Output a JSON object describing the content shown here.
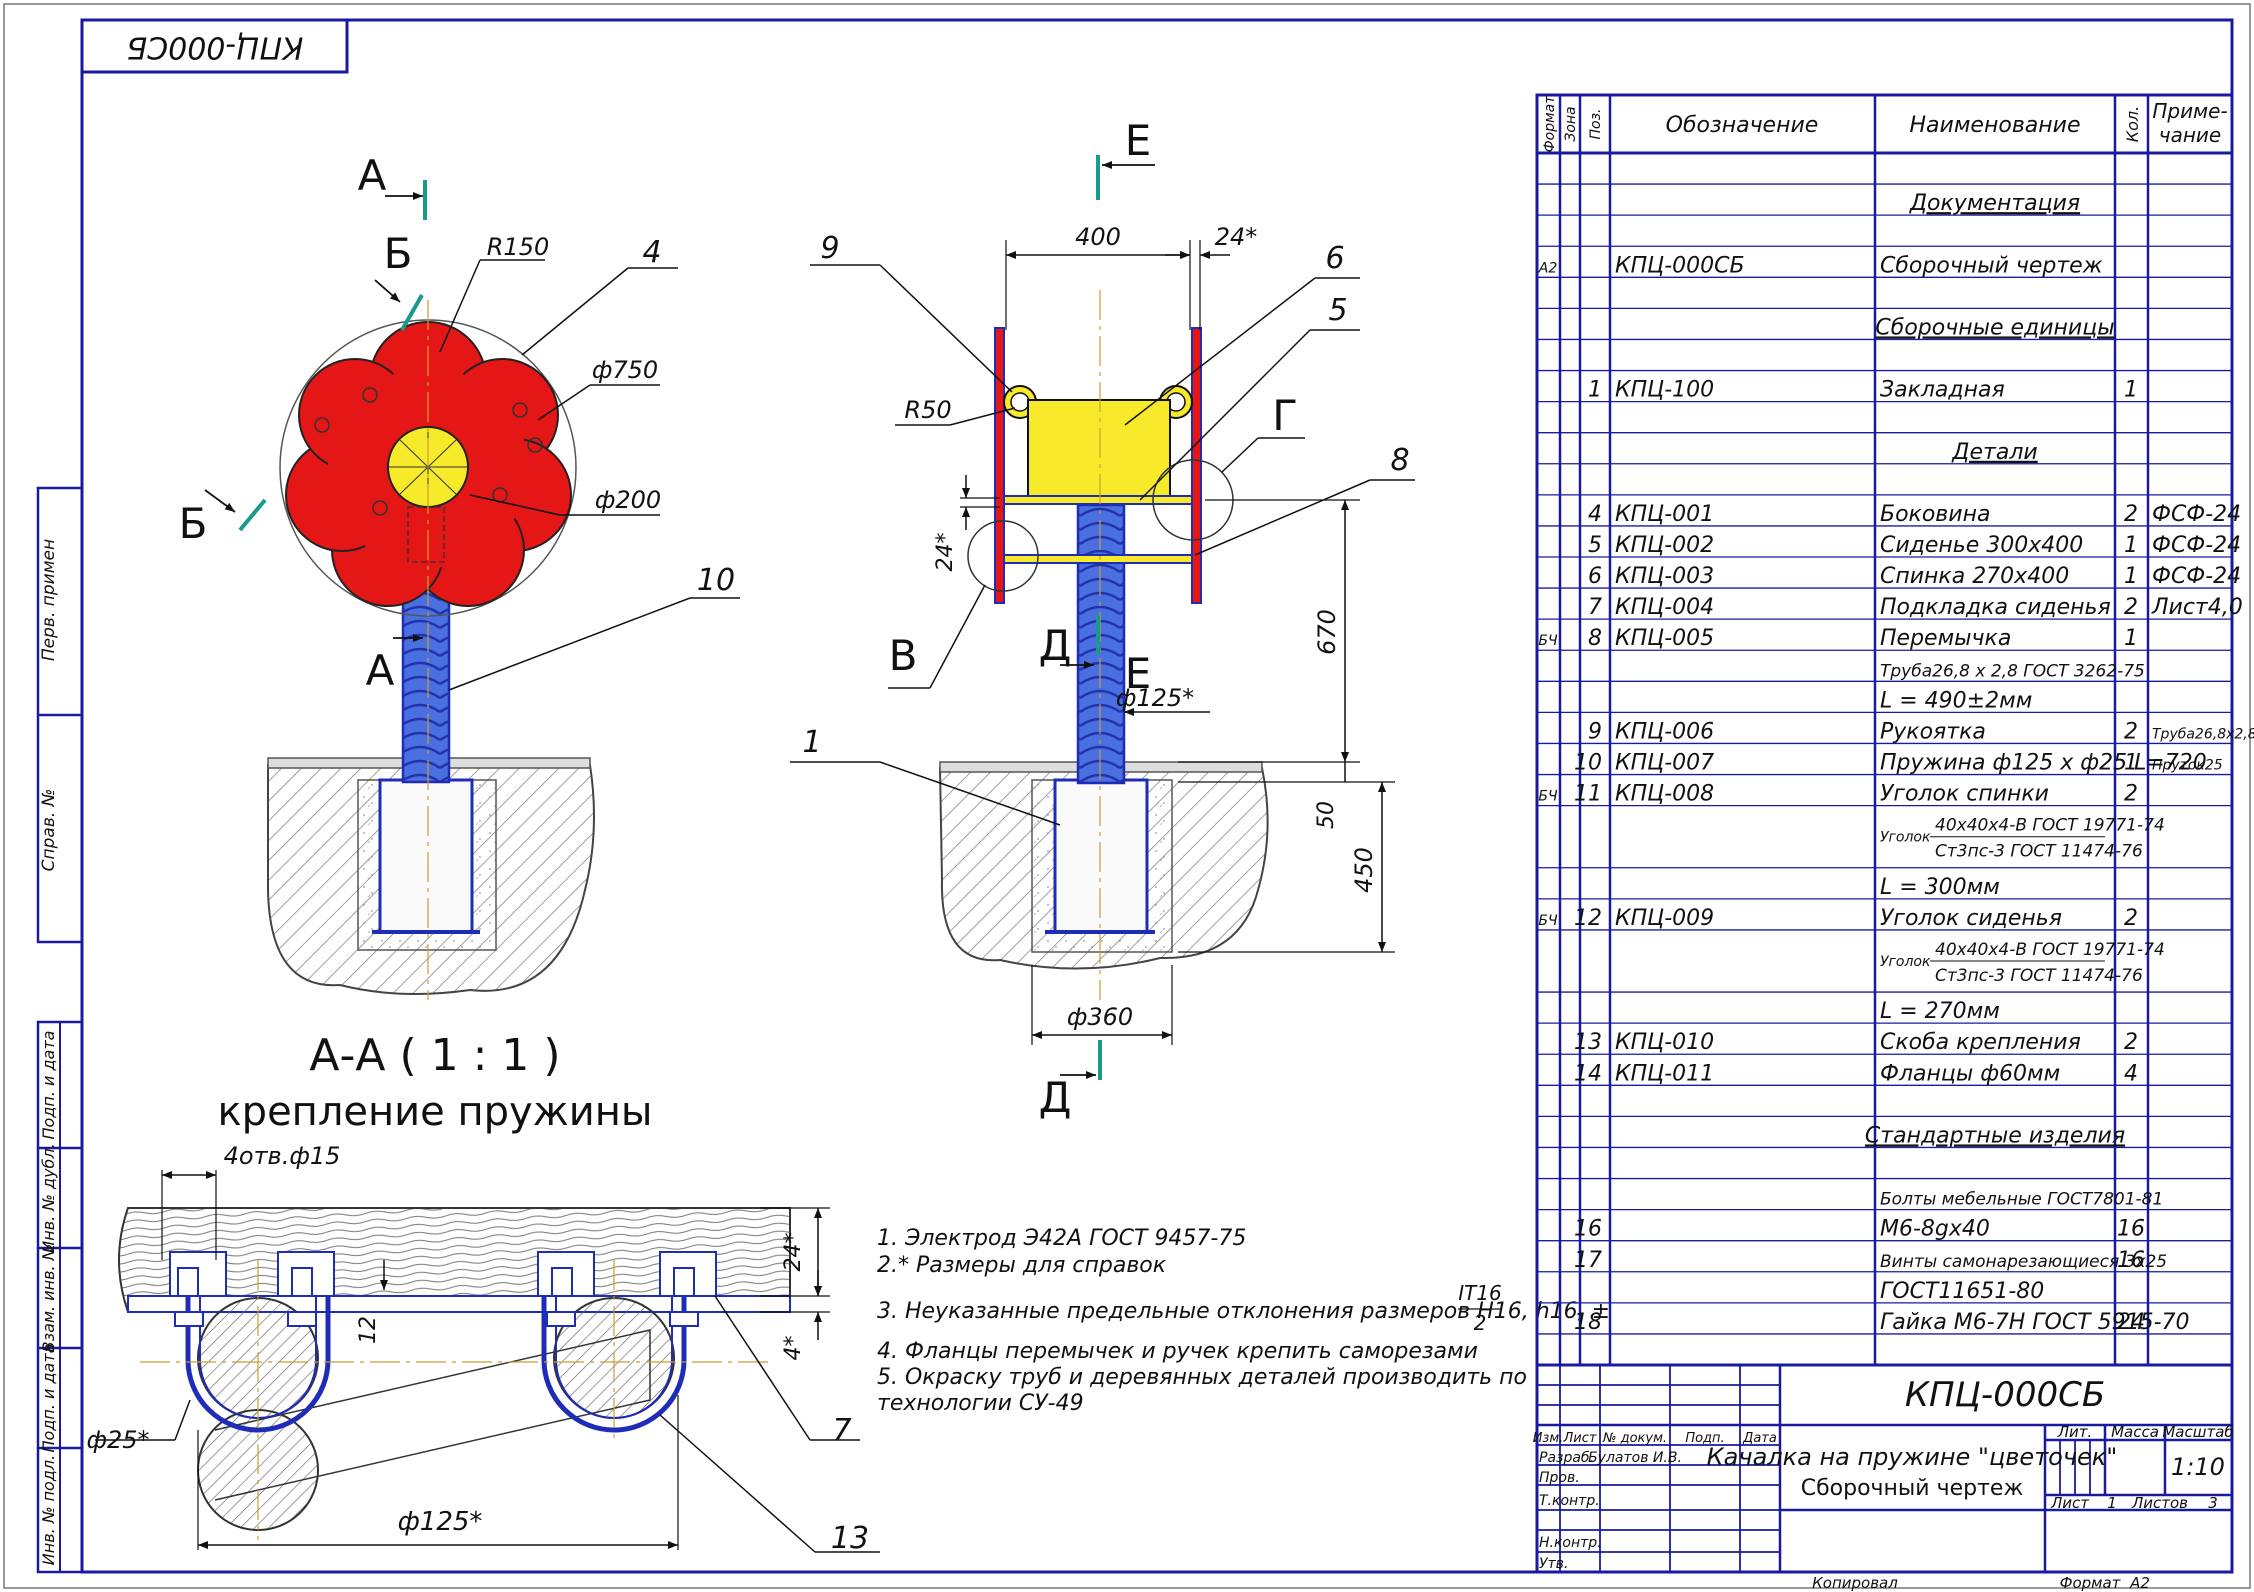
{
  "colors": {
    "frame": "#1a1aa0",
    "outline": "#1f2cb8",
    "petals": "#e51616",
    "center": "#f6ea2a",
    "seat": "#f6ea2a",
    "spring": "#4a6fe0",
    "ground": "#888888",
    "axis": "#c8a030",
    "section_mark": "#1a9a8a"
  },
  "stamp_top": "КПЦ-000СБ",
  "left_strip": {
    "perv_primen": "Перв. примен",
    "sprav_no": "Справ. №",
    "podp_data_1": "Подп. и дата",
    "inv_dubl": "Инв. № дубл.",
    "vzam_inv": "Взам. инв. №",
    "podp_data_2": "Подп. и дата",
    "inv_podl": "Инв. № подл."
  },
  "view_left": {
    "mark_A_top": "А",
    "mark_A_bottom": "А",
    "mark_B_top": "Б",
    "mark_B_left": "Б",
    "r150": "R150",
    "d750": "ф750",
    "d200": "ф200",
    "pos4": "4",
    "pos10": "10"
  },
  "view_right": {
    "mark_E_top": "Е",
    "mark_E_mid": "Е",
    "mark_D_mid": "Д",
    "mark_D_bottom": "Д",
    "mark_V": "В",
    "mark_G": "Г",
    "dim_400": "400",
    "dim_24_top": "24*",
    "dim_24_side": "24*",
    "r50": "R50",
    "dim_670": "670",
    "dim_50": "50",
    "dim_450": "450",
    "d125": "ф125*",
    "d360": "ф360",
    "pos1": "1",
    "pos5": "5",
    "pos6": "6",
    "pos8": "8",
    "pos9": "9"
  },
  "section": {
    "title_line1": "А-А ( 1 : 1 )",
    "title_line2": "крепление пружины",
    "holes": "4отв.ф15",
    "d25": "ф25*",
    "d125": "ф125*",
    "dim_24": "24*",
    "dim_4": "4*",
    "dim_12": "12",
    "pos7": "7",
    "pos13": "13"
  },
  "notes": {
    "n1": "1. Электрод Э42А ГОСТ 9457-75",
    "n2": "2.*  Размеры для справок",
    "n3": "3. Неуказанные предельные отклонения размеров Н16, h16, ±",
    "n3_num": "IT16",
    "n3_den": "2",
    "n4": "4. Фланцы перемычек и ручек крепить саморезами",
    "n5a": "5.  Окраску  труб  и  деревянных  деталей  производить  по",
    "n5b": "технологии СУ-49"
  },
  "spec": {
    "headers": {
      "format": "Формат",
      "zone": "Зона",
      "pos": "Поз.",
      "designation": "Обозначение",
      "name": "Наименование",
      "qty": "Кол.",
      "note": "Приме-чание"
    },
    "rows": [
      {
        "format": "",
        "pos": "",
        "des": "",
        "name": "",
        "qty": "",
        "note": ""
      },
      {
        "format": "",
        "pos": "",
        "des": "",
        "name": "Документация",
        "qty": "",
        "note": "",
        "section": true
      },
      {
        "format": "",
        "pos": "",
        "des": "",
        "name": "",
        "qty": "",
        "note": ""
      },
      {
        "format": "А2",
        "pos": "",
        "des": "КПЦ-000СБ",
        "name": "Сборочный чертеж",
        "qty": "",
        "note": ""
      },
      {
        "format": "",
        "pos": "",
        "des": "",
        "name": "",
        "qty": "",
        "note": ""
      },
      {
        "format": "",
        "pos": "",
        "des": "",
        "name": "Сборочные единицы",
        "qty": "",
        "note": "",
        "section": true
      },
      {
        "format": "",
        "pos": "",
        "des": "",
        "name": "",
        "qty": "",
        "note": ""
      },
      {
        "format": "",
        "pos": "1",
        "des": "КПЦ-100",
        "name": "Закладная",
        "qty": "1",
        "note": ""
      },
      {
        "format": "",
        "pos": "",
        "des": "",
        "name": "",
        "qty": "",
        "note": ""
      },
      {
        "format": "",
        "pos": "",
        "des": "",
        "name": "Детали",
        "qty": "",
        "note": "",
        "section": true
      },
      {
        "format": "",
        "pos": "",
        "des": "",
        "name": "",
        "qty": "",
        "note": ""
      },
      {
        "format": "",
        "pos": "4",
        "des": "КПЦ-001",
        "name": "Боковина",
        "qty": "2",
        "note": "ФСФ-24"
      },
      {
        "format": "",
        "pos": "5",
        "des": "КПЦ-002",
        "name": "Сиденье 300х400",
        "qty": "1",
        "note": "ФСФ-24"
      },
      {
        "format": "",
        "pos": "6",
        "des": "КПЦ-003",
        "name": "Спинка 270х400",
        "qty": "1",
        "note": "ФСФ-24"
      },
      {
        "format": "",
        "pos": "7",
        "des": "КПЦ-004",
        "name": "Подкладка сиденья",
        "qty": "2",
        "note": "Лист4,0"
      },
      {
        "format": "БЧ",
        "pos": "8",
        "des": "КПЦ-005",
        "name": "Перемычка",
        "qty": "1",
        "note": ""
      },
      {
        "format": "",
        "pos": "",
        "des": "",
        "name": "Труба26,8 х 2,8 ГОСТ 3262-75",
        "qty": "",
        "note": "",
        "small": true
      },
      {
        "format": "",
        "pos": "",
        "des": "",
        "name": "L = 490±2мм",
        "qty": "",
        "note": ""
      },
      {
        "format": "",
        "pos": "9",
        "des": "КПЦ-006",
        "name": "Рукоятка",
        "qty": "2",
        "note": "Труба26,8х2,8",
        "notesmall": true
      },
      {
        "format": "",
        "pos": "10",
        "des": "КПЦ-007",
        "name": "Пружина ф125 х ф25 L=720",
        "qty": "1",
        "note": "Пруток25",
        "notesmall": true
      },
      {
        "format": "БЧ",
        "pos": "11",
        "des": "КПЦ-008",
        "name": "Уголок спинки",
        "qty": "2",
        "note": ""
      },
      {
        "format": "",
        "pos": "",
        "des": "",
        "name": "",
        "qty": "",
        "note": "",
        "ugolok": true,
        "ug_label": "Уголок",
        "ug_top": "40х40х4-В ГОСТ 19771-74",
        "ug_bot": "Ст3пс-3 ГОСТ 11474-76"
      },
      {
        "format": "",
        "pos": "",
        "des": "",
        "name": "",
        "qty": "",
        "note": "",
        "skip": true
      },
      {
        "format": "",
        "pos": "",
        "des": "",
        "name": "L = 300мм",
        "qty": "",
        "note": ""
      },
      {
        "format": "БЧ",
        "pos": "12",
        "des": "КПЦ-009",
        "name": "Уголок сиденья",
        "qty": "2",
        "note": ""
      },
      {
        "format": "",
        "pos": "",
        "des": "",
        "name": "",
        "qty": "",
        "note": "",
        "ugolok": true,
        "ug_label": "Уголок",
        "ug_top": "40х40х4-В ГОСТ 19771-74",
        "ug_bot": "Ст3пс-3 ГОСТ 11474-76"
      },
      {
        "format": "",
        "pos": "",
        "des": "",
        "name": "",
        "qty": "",
        "note": "",
        "skip": true
      },
      {
        "format": "",
        "pos": "",
        "des": "",
        "name": "L = 270мм",
        "qty": "",
        "note": ""
      },
      {
        "format": "",
        "pos": "13",
        "des": "КПЦ-010",
        "name": "Скоба крепления",
        "qty": "2",
        "note": ""
      },
      {
        "format": "",
        "pos": "14",
        "des": "КПЦ-011",
        "name": "Фланцы ф60мм",
        "qty": "4",
        "note": ""
      },
      {
        "format": "",
        "pos": "",
        "des": "",
        "name": "",
        "qty": "",
        "note": ""
      },
      {
        "format": "",
        "pos": "",
        "des": "",
        "name": "Стандартные изделия",
        "qty": "",
        "note": "",
        "section": true
      },
      {
        "format": "",
        "pos": "",
        "des": "",
        "name": "",
        "qty": "",
        "note": ""
      },
      {
        "format": "",
        "pos": "",
        "des": "",
        "name": "Болты мебельные ГОСТ7801-81",
        "qty": "",
        "note": "",
        "small": true
      },
      {
        "format": "",
        "pos": "16",
        "des": "",
        "name": "М6-8gх40",
        "qty": "16",
        "note": ""
      },
      {
        "format": "",
        "pos": "17",
        "des": "",
        "name": "Винты самонарезающиеся 3х25",
        "qty": "16",
        "note": "",
        "small": true
      },
      {
        "format": "",
        "pos": "",
        "des": "",
        "name": "ГОСТ11651-80",
        "qty": "",
        "note": ""
      },
      {
        "format": "",
        "pos": "18",
        "des": "",
        "name": "Гайка М6-7Н ГОСТ 5915-70",
        "qty": "24",
        "note": ""
      },
      {
        "format": "",
        "pos": "",
        "des": "",
        "name": "",
        "qty": "",
        "note": ""
      }
    ]
  },
  "title_block": {
    "code": "КПЦ-000СБ",
    "name_line1": "Качалка на пружине \"цветочек\"",
    "name_line2": "Сборочный чертеж",
    "izm": "Изм.",
    "list": "Лист",
    "doc_no": "№ докум.",
    "podp": "Подп.",
    "data": "Дата",
    "razrab": "Разраб.",
    "razrab_name": "Булатов И.В.",
    "prov": "Пров.",
    "t_kontr": "Т.контр.",
    "n_kontr": "Н.контр.",
    "utv": "Утв.",
    "lit": "Лит.",
    "massa": "Масса",
    "masshtab": "Масштаб",
    "scale": "1:10",
    "sheet_lbl": "Лист",
    "sheet_no": "1",
    "sheets_lbl": "Листов",
    "sheets_no": "3",
    "copied": "Копировал",
    "format_lbl": "Формат",
    "format_val": "А2"
  }
}
